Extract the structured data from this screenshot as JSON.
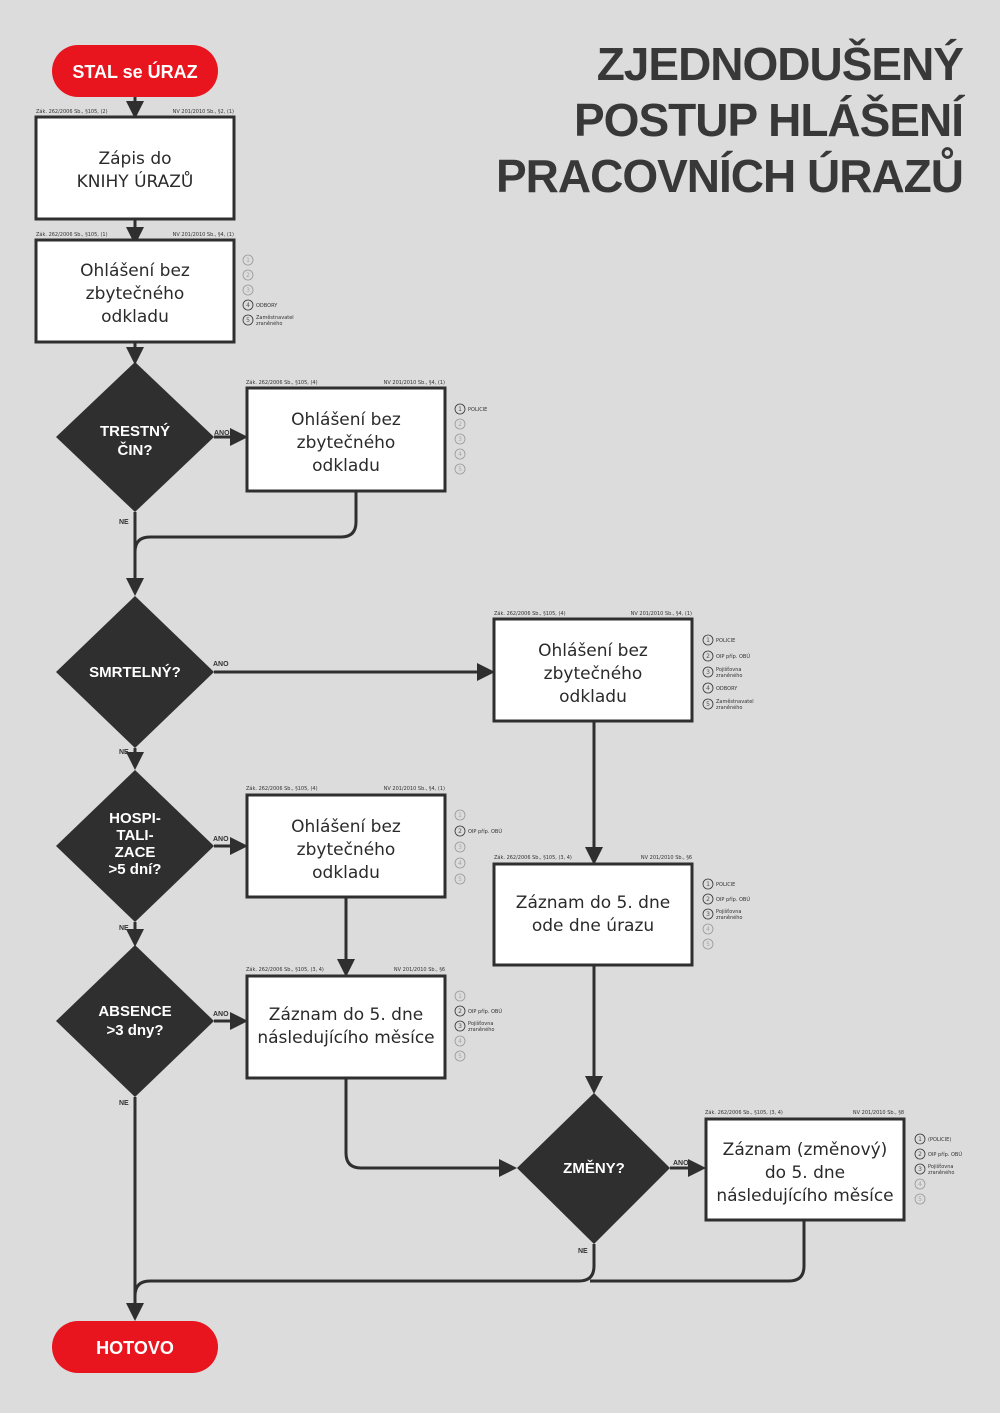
{
  "title": {
    "line1": "ZJEDNODUŠENÝ",
    "line2": "POSTUP HLÁŠENÍ",
    "line3": "PRACOVNÍCH ÚRAZŮ"
  },
  "start": "STAL se ÚRAZ",
  "end": "HOTOVO",
  "labels": {
    "yes": "ANO",
    "no": "NE"
  },
  "colors": {
    "accent": "#e8141e",
    "dark": "#2f2f2f",
    "background": "#dcdcdc",
    "box_fill": "#ffffff"
  },
  "boxes": {
    "zapis": {
      "lines": [
        "Zápis do",
        "KNIHY ÚRAZŮ"
      ],
      "law_left": "Zák. 262/2006 Sb., §105, (2)",
      "law_right": "NV 201/2010 Sb., §2, (1)"
    },
    "ohlaseni1": {
      "lines": [
        "Ohlášení bez",
        "zbytečného",
        "odkladu"
      ],
      "law_left": "Zák. 262/2006 Sb., §105, (1)",
      "law_right": "NV 201/2010 Sb., §4, (1)"
    },
    "ohlaseni_tc": {
      "lines": [
        "Ohlášení bez",
        "zbytečného",
        "odkladu"
      ],
      "law_left": "Zák. 262/2006 Sb., §105, (4)",
      "law_right": "NV 201/2010 Sb., §4, (1)"
    },
    "ohlaseni_sm": {
      "lines": [
        "Ohlášení bez",
        "zbytečného",
        "odkladu"
      ],
      "law_left": "Zák. 262/2006 Sb., §105, (4)",
      "law_right": "NV 201/2010 Sb., §4, (1)"
    },
    "ohlaseni_ho": {
      "lines": [
        "Ohlášení bez",
        "zbytečného",
        "odkladu"
      ],
      "law_left": "Zák. 262/2006 Sb., §105, (4)",
      "law_right": "NV 201/2010 Sb., §4, (1)"
    },
    "zaznam_ur": {
      "lines": [
        "Záznam do 5. dne",
        "ode dne úrazu"
      ],
      "law_left": "Zák. 262/2006 Sb., §105, (3, 4)",
      "law_right": "NV 201/2010 Sb., §6"
    },
    "zaznam_ms": {
      "lines": [
        "Záznam do 5. dne",
        "následujícího měsíce"
      ],
      "law_left": "Zák. 262/2006 Sb., §105, (3, 4)",
      "law_right": "NV 201/2010 Sb., §6"
    },
    "zaznam_zm": {
      "lines": [
        "Záznam (změnový)",
        "do 5. dne",
        "následujícího měsíce"
      ],
      "law_left": "Zák. 262/2006 Sb., §105, (3, 4)",
      "law_right": "NV 201/2010 Sb., §8"
    }
  },
  "decisions": {
    "trestny": {
      "lines": [
        "TRESTNÝ",
        "ČIN?"
      ]
    },
    "smrtelny": {
      "lines": [
        "SMRTELNÝ?"
      ]
    },
    "hospitalizace": {
      "lines": [
        "HOSPI-",
        "TALI-",
        "ZACE",
        ">5 dní?"
      ]
    },
    "absence": {
      "lines": [
        "ABSENCE",
        ">3 dny?"
      ]
    },
    "zmeny": {
      "lines": [
        "ZMĚNY?"
      ]
    }
  },
  "notes": {
    "ohlaseni1": [
      {
        "n": "1",
        "t": "",
        "active": false
      },
      {
        "n": "2",
        "t": "",
        "active": false
      },
      {
        "n": "3",
        "t": "",
        "active": false
      },
      {
        "n": "4",
        "t": "ODBORY",
        "active": true
      },
      {
        "n": "5",
        "t": "Zaměstnavatel zraněného",
        "active": true
      }
    ],
    "trestny": [
      {
        "n": "1",
        "t": "POLICIE",
        "active": true
      },
      {
        "n": "2",
        "t": "",
        "active": false
      },
      {
        "n": "3",
        "t": "",
        "active": false
      },
      {
        "n": "4",
        "t": "",
        "active": false
      },
      {
        "n": "5",
        "t": "",
        "active": false
      }
    ],
    "smrtelny": [
      {
        "n": "1",
        "t": "POLICIE",
        "active": true
      },
      {
        "n": "2",
        "t": "OIP příp. OBÚ",
        "active": true
      },
      {
        "n": "3",
        "t": "Pojišťovna zraněného",
        "active": true
      },
      {
        "n": "4",
        "t": "ODBORY",
        "active": true
      },
      {
        "n": "5",
        "t": "Zaměstnavatel zraněného",
        "active": true
      }
    ],
    "hospitalizace": [
      {
        "n": "1",
        "t": "",
        "active": false
      },
      {
        "n": "2",
        "t": "OIP příp. OBÚ",
        "active": true
      },
      {
        "n": "3",
        "t": "",
        "active": false
      },
      {
        "n": "4",
        "t": "",
        "active": false
      },
      {
        "n": "5",
        "t": "",
        "active": false
      }
    ],
    "zaznam_ur": [
      {
        "n": "1",
        "t": "POLICIE",
        "active": true
      },
      {
        "n": "2",
        "t": "OIP příp. OBÚ",
        "active": true
      },
      {
        "n": "3",
        "t": "Pojišťovna zraněného",
        "active": true
      },
      {
        "n": "4",
        "t": "",
        "active": false
      },
      {
        "n": "5",
        "t": "",
        "active": false
      }
    ],
    "zaznam_ms": [
      {
        "n": "1",
        "t": "",
        "active": false
      },
      {
        "n": "2",
        "t": "OIP příp. OBÚ",
        "active": true
      },
      {
        "n": "3",
        "t": "Pojišťovna zraněného",
        "active": true
      },
      {
        "n": "4",
        "t": "",
        "active": false
      },
      {
        "n": "5",
        "t": "",
        "active": false
      }
    ],
    "zmeny": [
      {
        "n": "1",
        "t": "(POLICIE)",
        "active": true
      },
      {
        "n": "2",
        "t": "OIP příp. OBÚ",
        "active": true
      },
      {
        "n": "3",
        "t": "Pojišťovna zraněného",
        "active": true
      },
      {
        "n": "4",
        "t": "",
        "active": false
      },
      {
        "n": "5",
        "t": "",
        "active": false
      }
    ]
  }
}
